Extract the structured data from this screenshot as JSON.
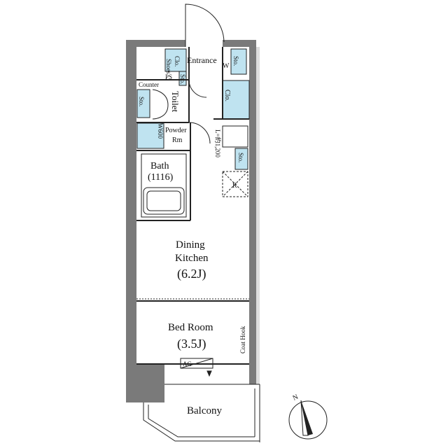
{
  "rooms": {
    "entrance": "Entrance",
    "shoes_clo_1": "Shoes",
    "shoes_clo_2": "Clo.",
    "sto_entrance": "Sto.",
    "w": "W",
    "sto_right_top": "Sto.",
    "ps": "PS",
    "counter": "Counter",
    "sto_toilet": "Sto.",
    "toilet": "Toilet",
    "clo": "Clo.",
    "powder_1": "Powder",
    "powder_2": "Rm",
    "w600": "W600",
    "sto_kitchen": "Sto.",
    "l_dim": "L=約1,200",
    "r_mark": "R",
    "bath_1": "Bath",
    "bath_2": "(1116)",
    "dining_1": "Dining",
    "dining_2": "Kitchen",
    "dining_3": "(6.2J)",
    "bed_1": "Bed Room",
    "bed_2": "(3.5J)",
    "coat_hook": "Coat Hook",
    "ac": "AC",
    "balcony": "Balcony",
    "compass": "N"
  },
  "colors": {
    "wall": "#7a7a7a",
    "storage": "#bfe3f0",
    "line": "#222222"
  }
}
